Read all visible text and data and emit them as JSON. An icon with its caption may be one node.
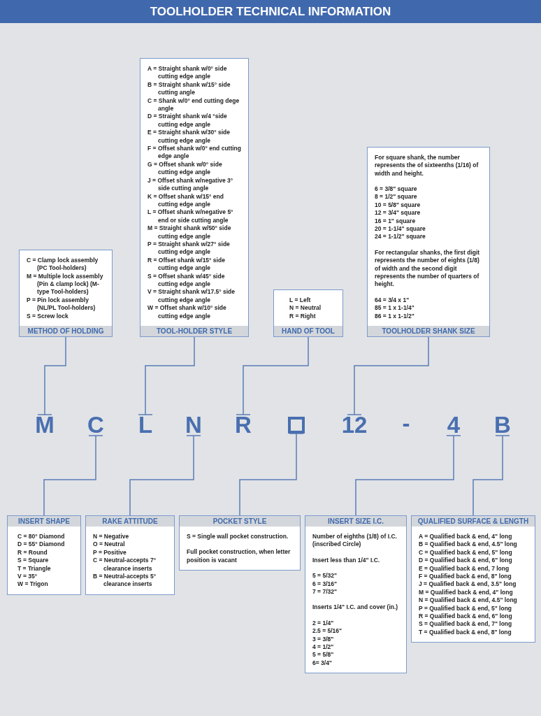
{
  "diagram": {
    "title": "TOOLHOLDER TECHNICAL INFORMATION",
    "nodes": [
      {
        "text": [
          "C = Clamp lock assembly (PC Tool-holders)",
          "M = Multiple lock assembly (Pin & clamp lock) (M-type Tool-holders)",
          "P = Pin lock assembly (NL/PL Tool-holders)",
          "S = Screw lock",
          "METHOD OF HOLDING"
        ]
      },
      {
        "text": [
          "A = Straight shank w/0° side cutting edge angle",
          "B = Straight shank w/15° side cutting angle",
          "C = Shank w/0° end cutting dege angle",
          "D = Straight shank w/4 °side cutting edge angle",
          "E = Straight shank w/30° side cutting edge angle",
          "F = Offset shank w/0° end cutting edge angle",
          "G = Offset shank w/0° side cutting edge angle",
          "J = Offset shank w/negative 3° side cutting angle",
          "K = Offset shank w/15° end cutting edge angle",
          "L = Offset shank w/negative 5° end or side cutting angle",
          "M = Straight shank w/50° side cutting edge angle",
          "P = Straight shank w/27° side cutting edge angle",
          "R = Offset shank w/15° side cutting edge angle",
          "S = Offset shank w/45° side cutting edge angle",
          "V = Straight shank w/17.5° side cutting edge angle",
          "W = Offset shank w/10° side cutting edge angle",
          "TOOL-HOLDER STYLE"
        ]
      },
      {
        "text": [
          "L = Left",
          "N = Neutral",
          "R = Right",
          "HAND OF TOOL"
        ]
      },
      {
        "text": [
          "For square shank, the number represents the of sixteenths (1/16) of width and height.",
          "6 = 3/8\" square",
          "8 = 1/2\" square",
          "10 = 5/8\" square",
          "12 = 3/4\" square",
          "16 = 1\" square",
          "20 = 1-1/4\" square",
          "24 = 1-1/2\" square",
          "For rectangular shanks, the first digit represents the number of eights (1/8) of width and the second digit represents the number of quarters of height.",
          "64 = 3/4 x 1\"",
          "85 = 1 x 1-1/4\"",
          "86 = 1 x 1-1/2\"",
          "TOOLHOLDER SHANK SIZE"
        ]
      },
      {
        "text": [
          "M"
        ]
      },
      {
        "text": [
          "C"
        ]
      },
      {
        "text": [
          "L"
        ]
      },
      {
        "text": [
          "N"
        ]
      },
      {
        "text": [
          "R"
        ]
      },
      {
        "text": [],
        "shape": "box"
      },
      {
        "text": [
          "12"
        ]
      },
      {
        "text": [
          "4"
        ]
      },
      {
        "text": [
          "B"
        ]
      },
      {
        "text": [
          "INSERT SHAPE",
          "C = 80° Diamond",
          "D = 55° Diamond",
          "R = Round",
          "S = Square",
          "T = Triangle",
          "V = 35°",
          "W = Trigon"
        ]
      },
      {
        "text": [
          "RAKE ATTITUDE",
          "N = Negative",
          "O = Neutral",
          "P = Positive",
          "C = Neutral-accepts 7° clearance inserts",
          "B = Neutral-accepts 5° clearance inserts"
        ]
      },
      {
        "text": [
          "POCKET STYLE",
          "S = Single wall pocket construction.",
          "Full pocket construction, when letter position is vacant"
        ]
      },
      {
        "text": [
          "INSERT SIZE I.C.",
          "Number of eighths (1/8) of I.C. (inscribed Circle)",
          "Insert less than 1/4\" I.C.",
          "5 = 5/32\"",
          "6 = 3/16\"",
          "7 = 7/32\"",
          "Inserts 1/4\" I.C. and cover (in.)",
          "2 = 1/4\"",
          "2.5 = 5/16\"",
          "3 = 3/8\"",
          "4 = 1/2\"",
          "5 = 5/8\"",
          "6= 3/4\""
        ]
      },
      {
        "text": [
          "QUALIFIED SURFACE & LENGTH",
          "A = Qualified back & end, 4\" long",
          "B = Qualified back & end, 4.5\" long",
          "C = Qualified back & end, 5\" long",
          "D = Qualified back & end, 6\" long",
          "E = Qualified back & end, 7 long",
          "F = Qualified back & end, 8\" long",
          "J = Qualified back & end, 3.5\" long",
          "M = Qualified back & end, 4\" long",
          "N = Qualified back & end, 4.5\" long",
          "P = Qualified back & end, 5\" long",
          "R = Qualified back & end, 6\" long",
          "S = Qualified back & end, 7\" long",
          "T = Qualified back & end, 8\" long"
        ]
      }
    ],
    "edges": [
      {
        "from": 0,
        "to": 4,
        "arrow": "other"
      },
      {
        "from": 1,
        "to": 6,
        "arrow": "other"
      },
      {
        "from": 2,
        "to": 8,
        "arrow": "other"
      },
      {
        "from": 3,
        "to": 10,
        "arrow": "other"
      },
      {
        "from": 13,
        "to": 5,
        "arrow": "other"
      },
      {
        "from": 14,
        "to": 7,
        "arrow": "other"
      },
      {
        "from": 15,
        "to": 9,
        "arrow": "other"
      },
      {
        "from": 16,
        "to": 11,
        "arrow": "other"
      },
      {
        "from": 17,
        "to": 12,
        "arrow": "other"
      }
    ],
    "labels": [
      "-"
    ]
  }
}
